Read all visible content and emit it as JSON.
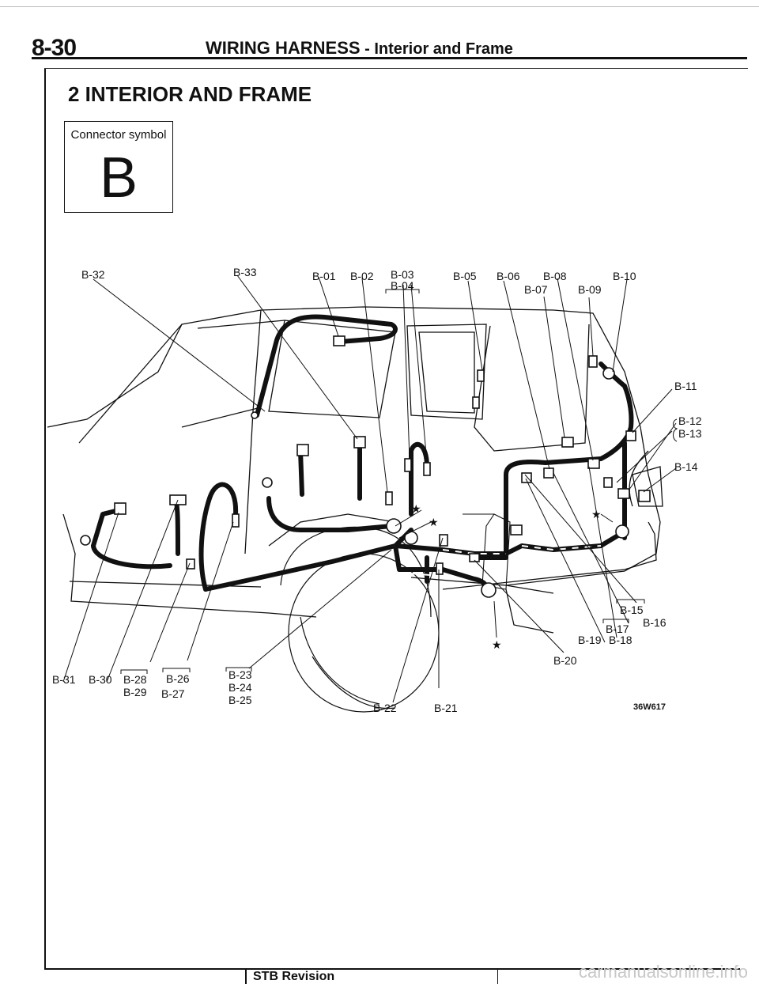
{
  "header": {
    "page_number": "8-30",
    "title_main": "WIRING HARNESS",
    "title_sub": " - Interior and Frame"
  },
  "section_title": "2 INTERIOR AND FRAME",
  "connector_box": {
    "caption": "Connector symbol",
    "letter": "B"
  },
  "figure_code": "36W617",
  "labels": {
    "b01": "B-01",
    "b02": "B-02",
    "b03": "B-03",
    "b04": "B-04",
    "b05": "B-05",
    "b06": "B-06",
    "b07": "B-07",
    "b08": "B-08",
    "b09": "B-09",
    "b10": "B-10",
    "b11": "B-11",
    "b12": "B-12",
    "b13": "B-13",
    "b14": "B-14",
    "b15": "B-15",
    "b16": "B-16",
    "b17": "B-17",
    "b18": "B-18",
    "b19": "B-19",
    "b20": "B-20",
    "b21": "B-21",
    "b22": "B-22",
    "b23": "B-23",
    "b24": "B-24",
    "b25": "B-25",
    "b26": "B-26",
    "b27": "B-27",
    "b28": "B-28",
    "b29": "B-29",
    "b30": "B-30",
    "b31": "B-31",
    "b32": "B-32",
    "b33": "B-33"
  },
  "markers": {
    "star": "★"
  },
  "footer": {
    "revision": "STB Revision",
    "watermark": "carmanualsonline.info"
  }
}
